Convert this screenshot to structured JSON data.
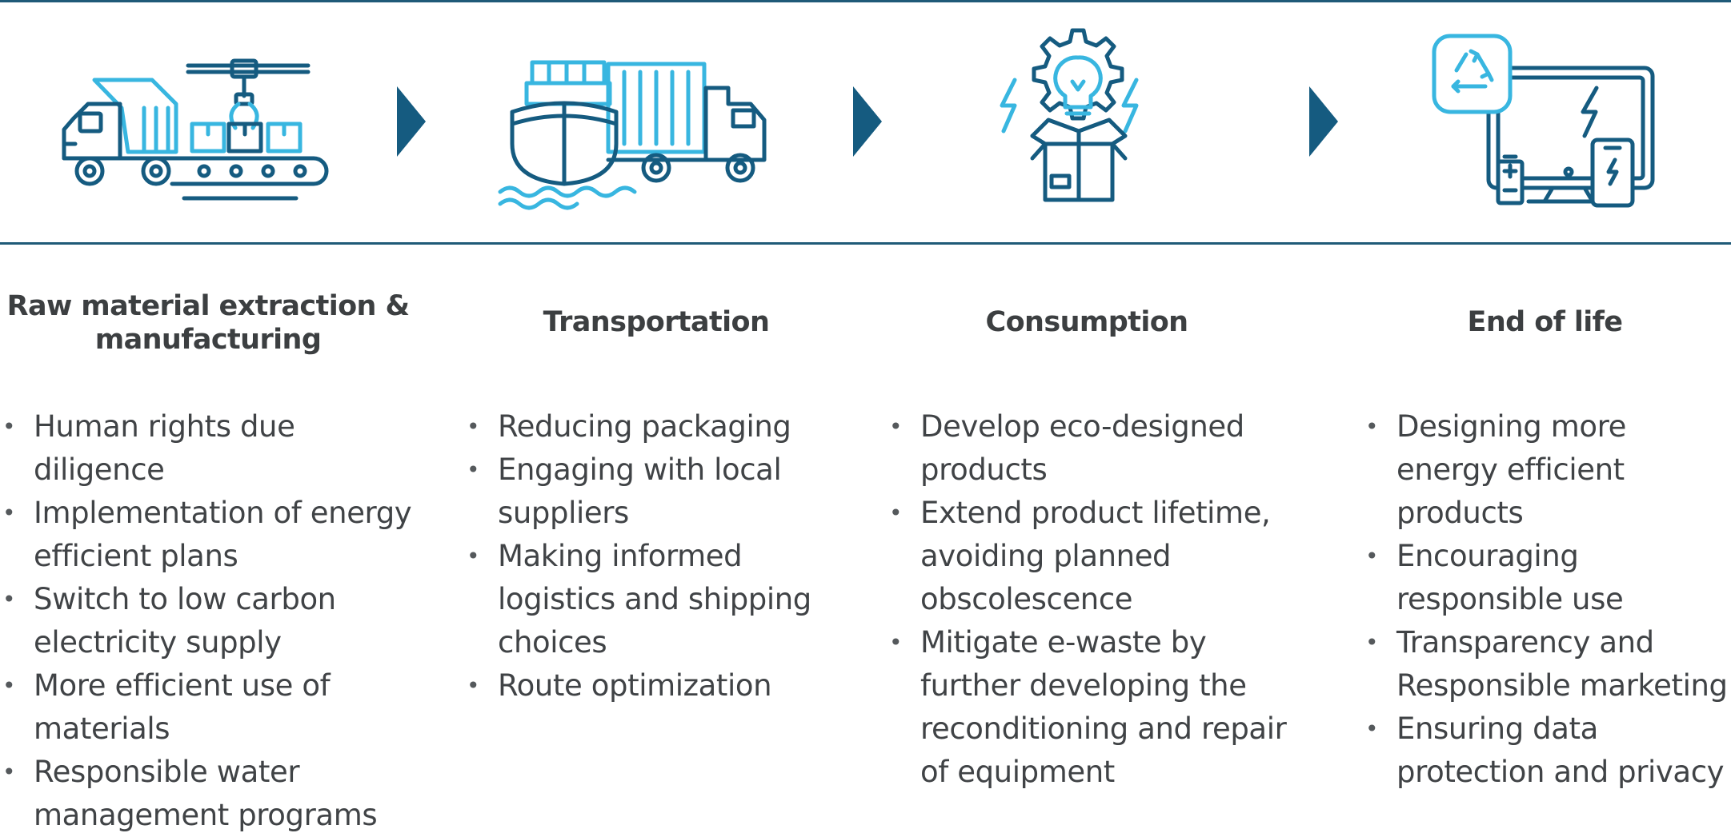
{
  "colors": {
    "navy": "#155b80",
    "cyan": "#38b6e0",
    "rule": "#1f5a78",
    "text": "#404346"
  },
  "stages": [
    {
      "icon": "truck-conveyor-icon",
      "title_lines": [
        "Raw material extraction &",
        "manufacturing"
      ],
      "bullets": [
        [
          "Human rights due",
          "diligence"
        ],
        [
          "Implementation of energy",
          "efficient plans"
        ],
        [
          "Switch to low carbon",
          "electricity supply"
        ],
        [
          "More efficient use of",
          "materials"
        ],
        [
          "Responsible water",
          "management programs"
        ]
      ]
    },
    {
      "icon": "ship-truck-icon",
      "title_lines": [
        "Transportation"
      ],
      "bullets": [
        [
          "Reducing packaging"
        ],
        [
          "Engaging with local",
          "suppliers"
        ],
        [
          "Making informed",
          "logistics and shipping",
          "choices"
        ],
        [
          "Route optimization"
        ]
      ]
    },
    {
      "icon": "lightbulb-box-icon",
      "title_lines": [
        "Consumption"
      ],
      "bullets": [
        [
          "Develop eco-designed",
          "products"
        ],
        [
          "Extend product lifetime,",
          "avoiding planned",
          "obscolescence"
        ],
        [
          "Mitigate e-waste by",
          "further developing the",
          "reconditioning and repair",
          "of equipment"
        ]
      ]
    },
    {
      "icon": "recycle-devices-icon",
      "title_lines": [
        "End of life"
      ],
      "bullets": [
        [
          "Designing more",
          "energy efficient",
          "products"
        ],
        [
          "Encouraging",
          "responsible use"
        ],
        [
          "Transparency and",
          "Responsible marketing"
        ],
        [
          "Ensuring data",
          "protection and privacy"
        ]
      ]
    }
  ]
}
